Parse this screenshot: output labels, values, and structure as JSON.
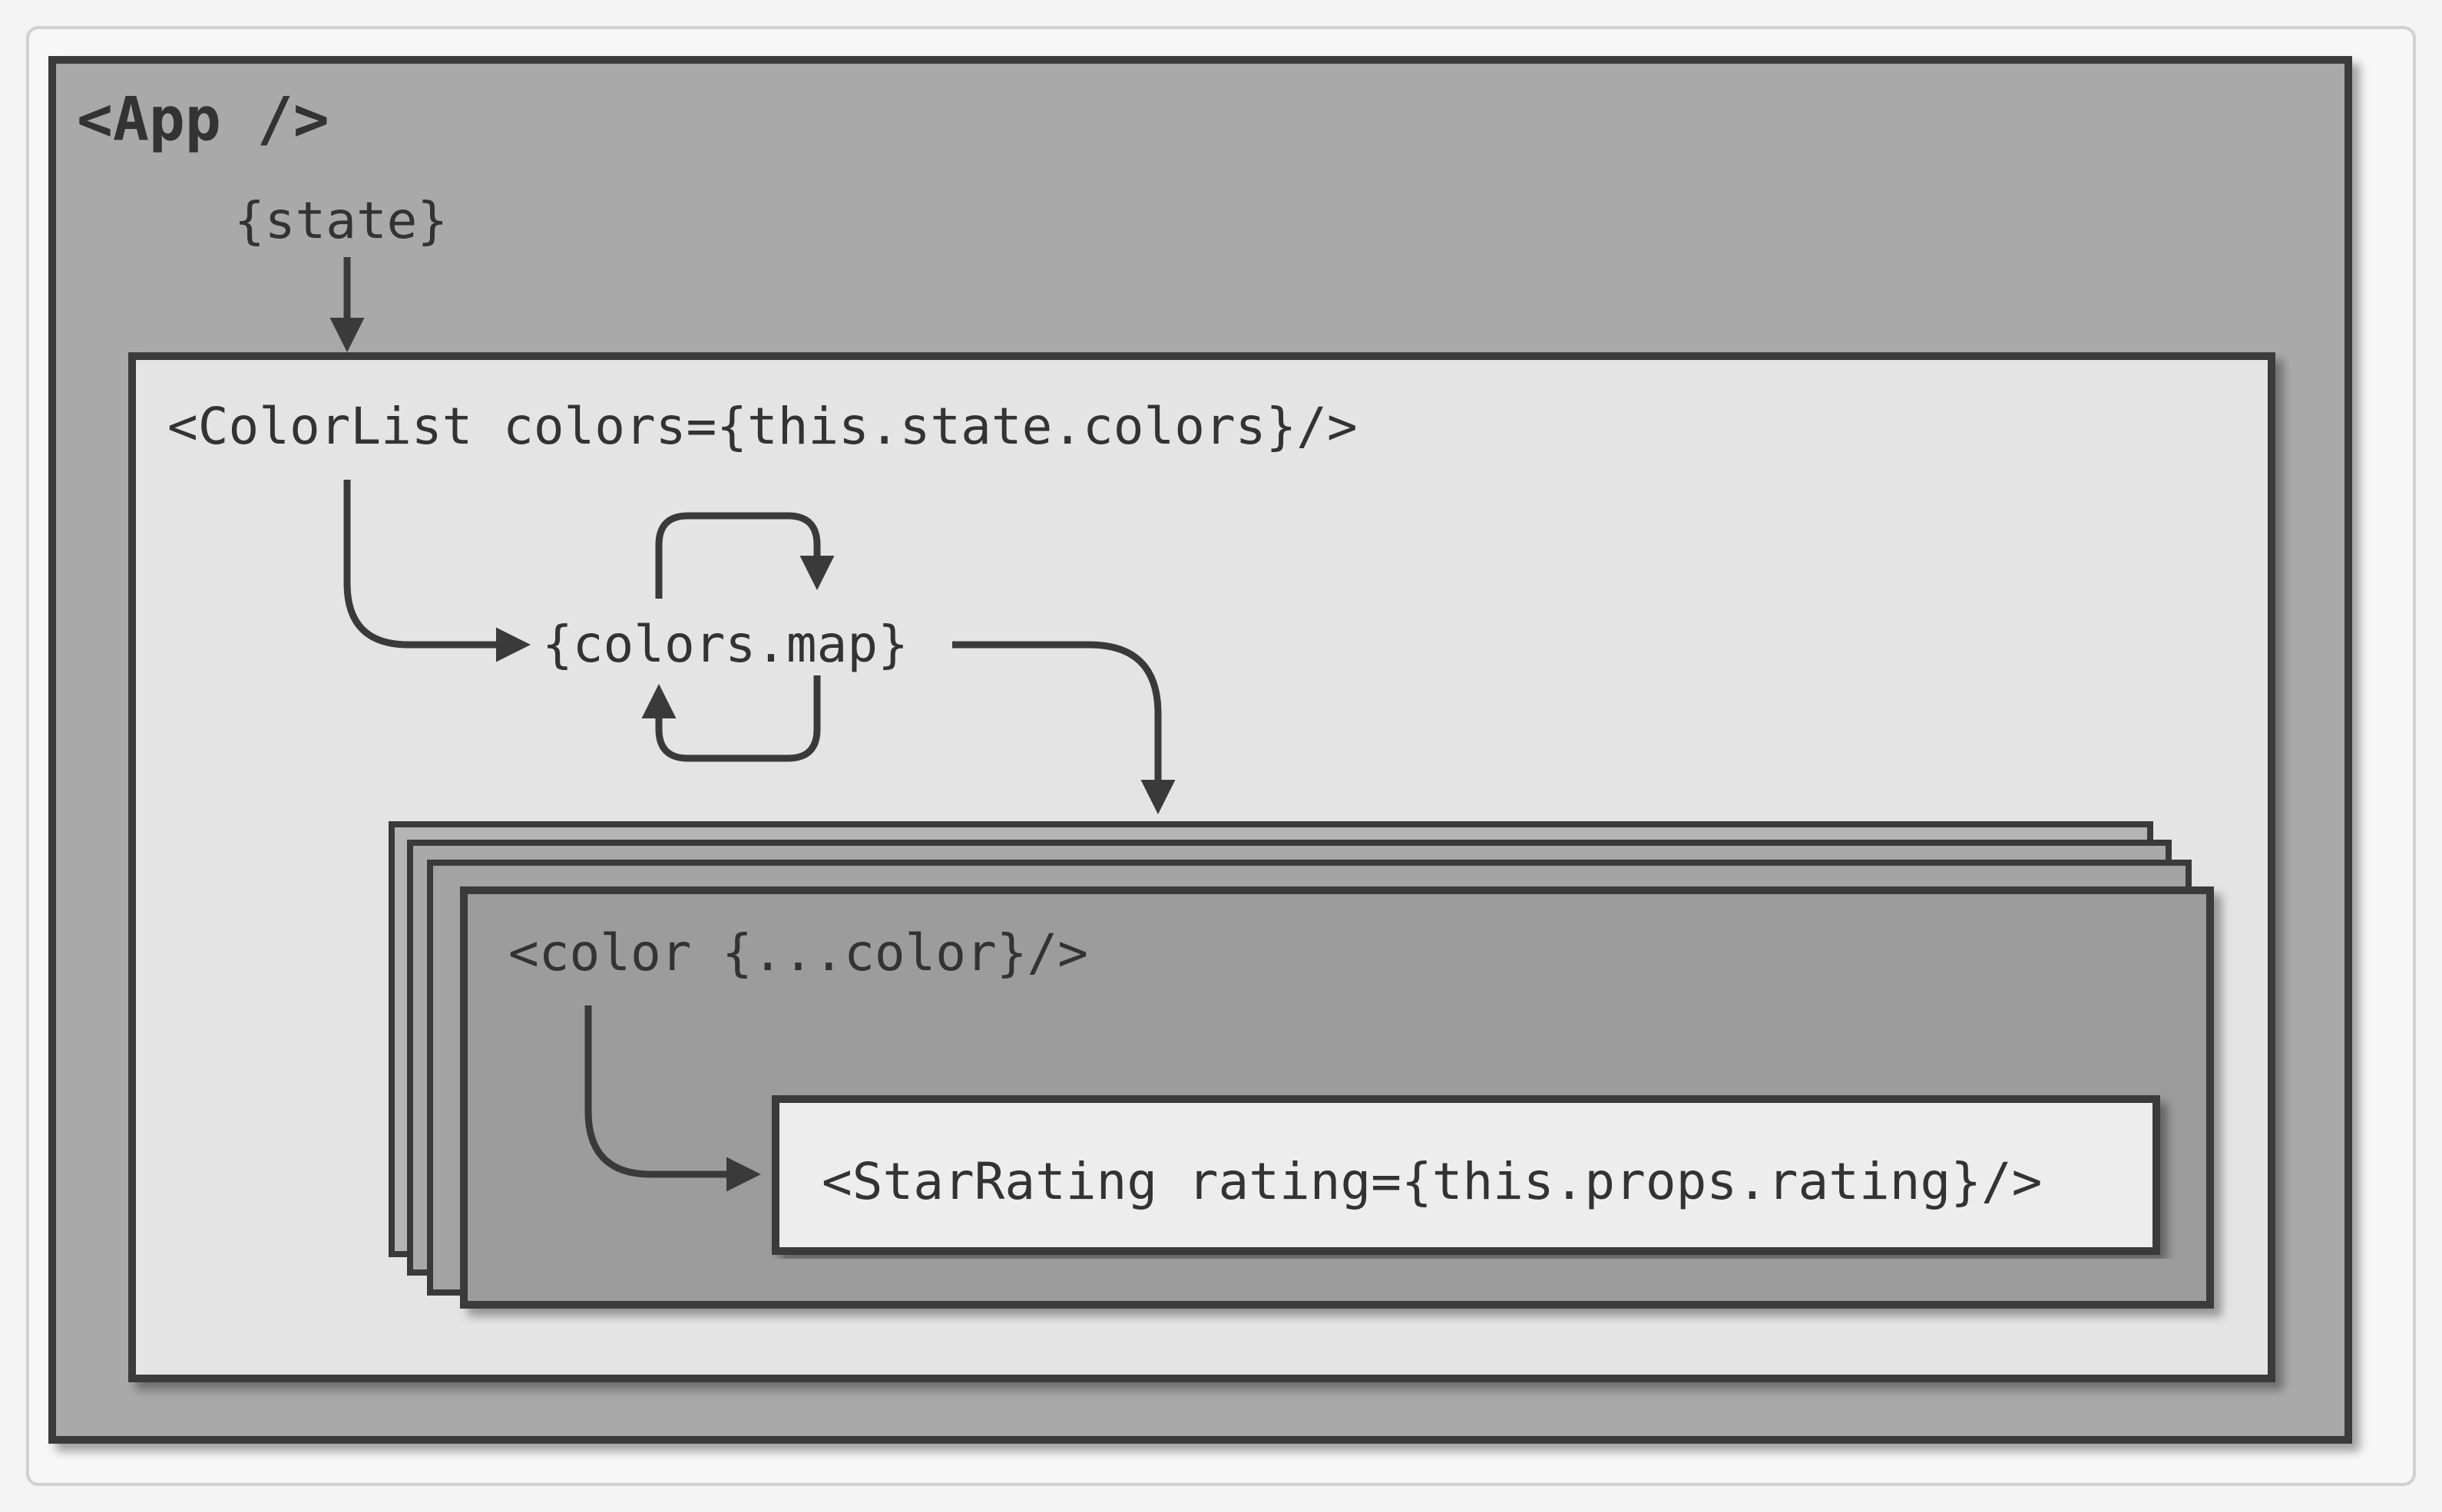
{
  "app": {
    "label": "<App />",
    "state_label": "{state}"
  },
  "color_list": {
    "label": "<ColorList colors={this.state.colors}/>",
    "map_label": "{colors.map}"
  },
  "color": {
    "label": "<color {...color}/>"
  },
  "star_rating": {
    "label": "<StarRating rating={this.props.rating}/>"
  },
  "colors": {
    "outer_frame": "#f7f7f7",
    "app_fill": "#a9a9a9",
    "colorlist_fill": "#e4e4e4",
    "color_fill": "#9c9c9c",
    "starrating_fill": "#ededed",
    "stroke": "#3a3a3a"
  }
}
